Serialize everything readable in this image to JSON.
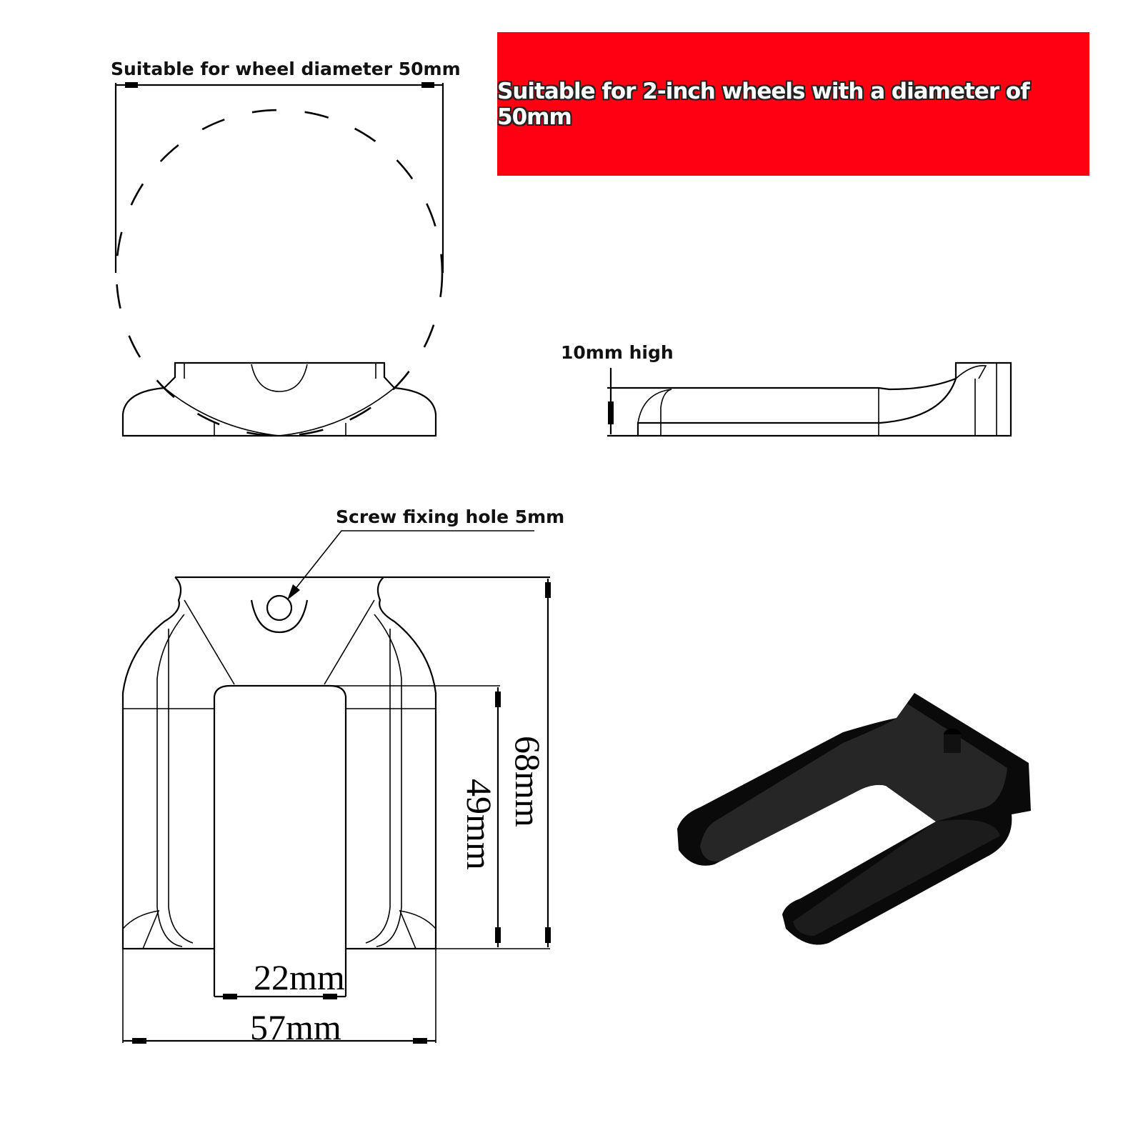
{
  "banner": {
    "text": "Suitable for 2-inch wheels with a diameter of 50mm",
    "color": "#ff0013"
  },
  "front_view": {
    "label": "Suitable for wheel diameter 50mm"
  },
  "side_view": {
    "label": "10mm high"
  },
  "top_view": {
    "hole_label": "Screw fixing hole 5mm",
    "dim_total_length": "68mm",
    "dim_slot_length": "49mm",
    "dim_slot_width": "22mm",
    "dim_total_width": "57mm"
  },
  "product_photo": {
    "icon": "wheel-holder-product"
  }
}
